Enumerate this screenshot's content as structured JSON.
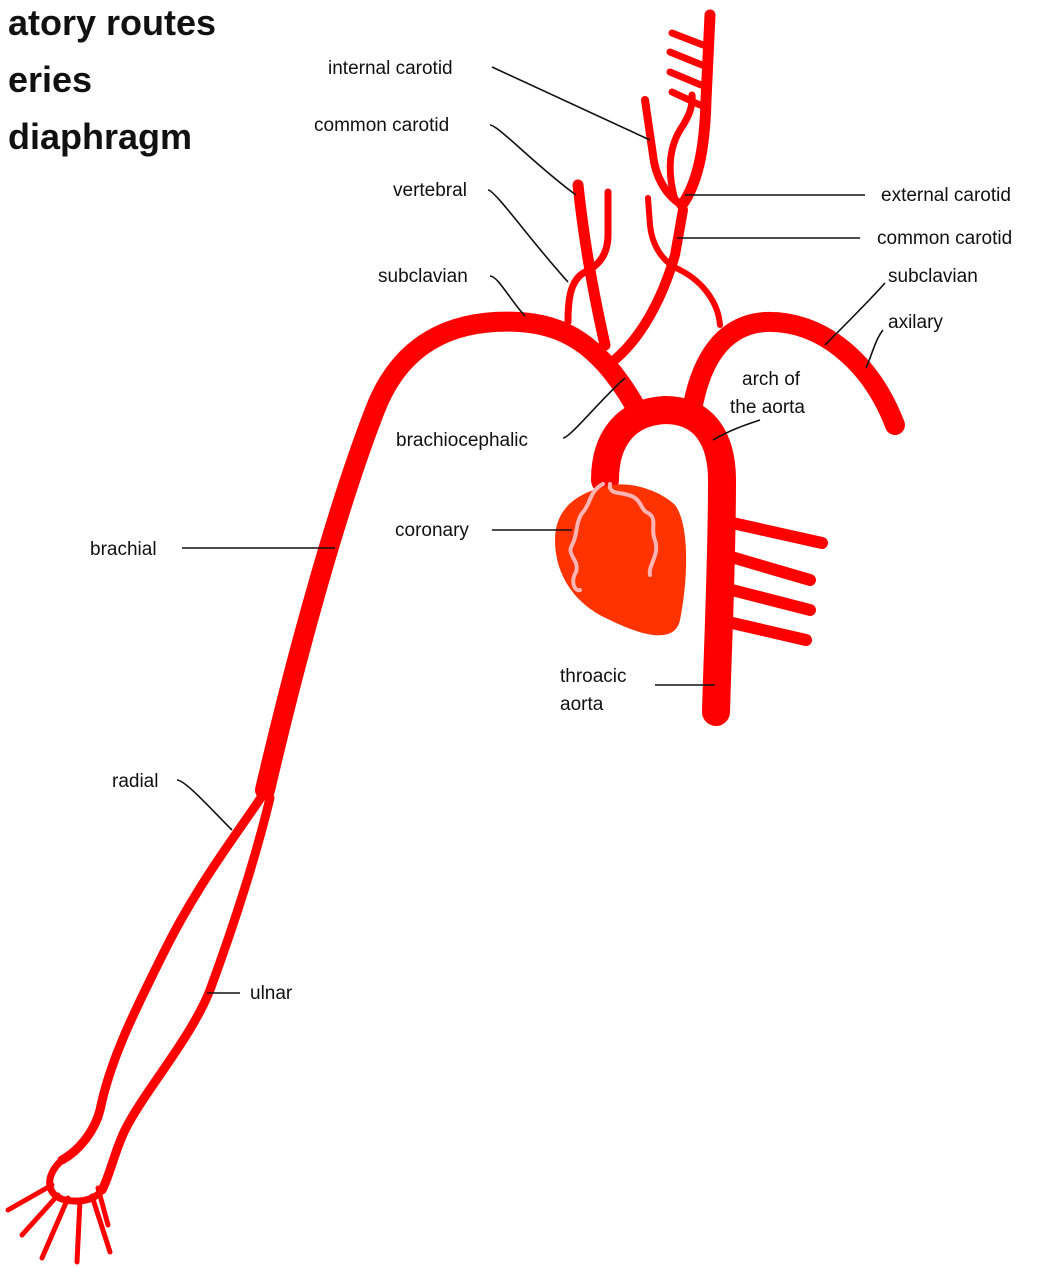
{
  "title": {
    "lines": [
      "atory routes",
      "eries",
      "diaphragm"
    ]
  },
  "labels": {
    "internal_carotid": "internal carotid",
    "common_carotid_left": "common carotid",
    "vertebral": "vertebral",
    "subclavian_left": "subclavian",
    "brachiocephalic": "brachiocephalic",
    "coronary": "coronary",
    "brachial": "brachial",
    "radial": "radial",
    "ulnar": "ulnar",
    "external_carotid": "external carotid",
    "common_carotid_right": "common carotid",
    "subclavian_right": "subclavian",
    "axilary": "axilary",
    "arch_of_aorta_line1": "arch of",
    "arch_of_aorta_line2": "the aorta",
    "thoracic_aorta_line1": "throacic",
    "thoracic_aorta_line2": "aorta"
  },
  "colors": {
    "artery": "#ff0000",
    "heart": "#ff3300",
    "coronary_vessel": "#ffb3b3",
    "text": "#111111",
    "background": "#ffffff"
  }
}
